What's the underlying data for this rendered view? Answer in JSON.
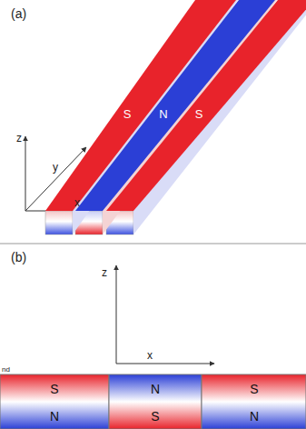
{
  "diagram": {
    "nodes": [
      {
        "text": [
          "S"
        ]
      },
      {
        "text": [
          "N"
        ]
      },
      {
        "text": [
          "S"
        ]
      },
      {
        "text": [
          "S",
          "N"
        ]
      },
      {
        "text": [
          "N",
          "S"
        ]
      },
      {
        "text": [
          "S",
          "N"
        ]
      }
    ],
    "labels": [
      "(a)",
      "z",
      "y",
      "x",
      "(b)",
      "z",
      "x",
      "nd"
    ]
  }
}
